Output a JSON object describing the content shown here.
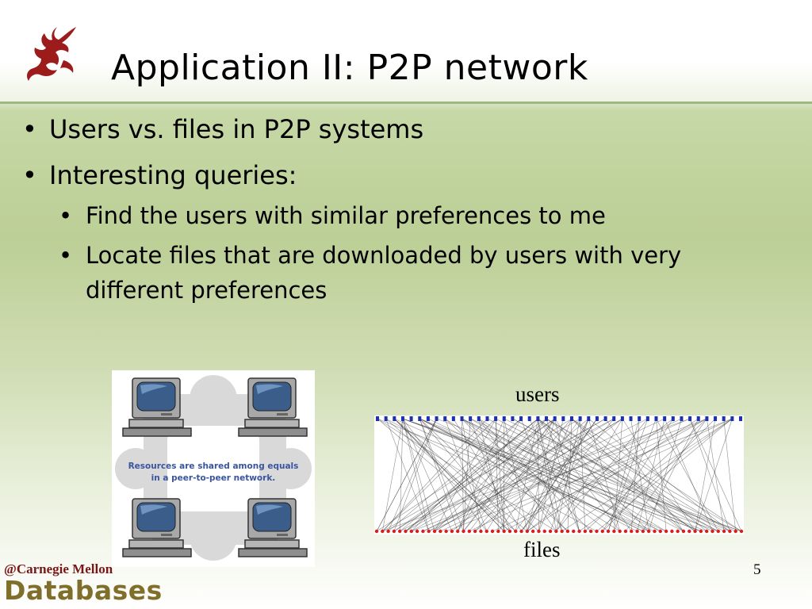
{
  "slide": {
    "title": "Application II: P2P network",
    "bullets": [
      {
        "text": "Users vs. files in P2P systems"
      },
      {
        "text": "Interesting queries:",
        "sub": [
          {
            "text": "Find the users with similar preferences to me"
          },
          {
            "text": "Locate files that are downloaded by users with very different preferences"
          }
        ]
      }
    ],
    "bullet_glyph": "•",
    "p2p_image": {
      "caption_line1": "Resources are shared among equals",
      "caption_line2": "in a peer-to-peer network."
    },
    "graph": {
      "top_label": "users",
      "bottom_label": "files",
      "top_color": "#1c2fb8",
      "bottom_color": "#d81d1d"
    },
    "page_number": "5",
    "footer": {
      "org": "@Carnegie Mellon",
      "dept": "Databases"
    },
    "icons": {
      "logo": "griffin-dragon-icon",
      "computer": "computer-icon"
    },
    "colors": {
      "accent_rule": "#9fb87f",
      "cmu_red": "#7a1616",
      "databases_gold": "#7f6f2a"
    }
  }
}
